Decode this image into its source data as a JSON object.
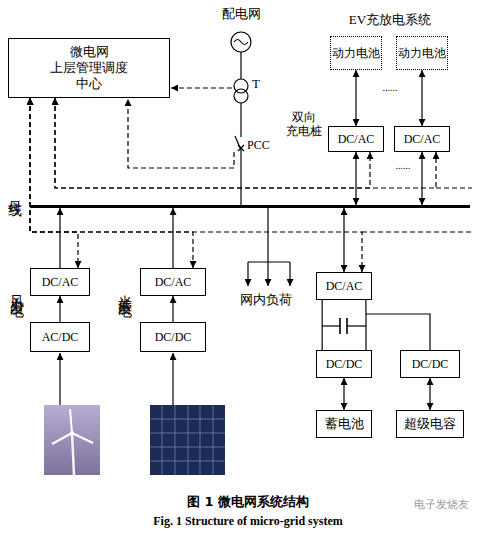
{
  "diagram": {
    "caption": "图 1 微电网系统结构",
    "nodes": [
      {
        "text": [
          "微电网 上层管理调度 中心"
        ]
      },
      {
        "text": [
          "动力电池"
        ]
      },
      {
        "text": [
          "动力电池"
        ]
      },
      {
        "text": [
          "DC/AC"
        ]
      },
      {
        "text": [
          "DC/AC"
        ]
      },
      {
        "text": [
          "母线"
        ]
      },
      {
        "text": [
          "DC/AC"
        ]
      },
      {
        "text": [
          "DC/AC"
        ]
      },
      {
        "text": [
          "DC/AC"
        ]
      },
      {
        "text": [
          "AC/DC"
        ]
      },
      {
        "text": [
          "DC/DC"
        ]
      },
      {
        "text": [
          "DC/DC"
        ]
      },
      {
        "text": [
          "DC/DC"
        ]
      },
      {
        "text": [
          "蓄电池"
        ]
      },
      {
        "text": [
          "超级电容"
        ]
      }
    ],
    "edges": [
      {
        "from": 1,
        "to": 3,
        "arrow": "both"
      },
      {
        "from": 2,
        "to": 4,
        "arrow": "both"
      },
      {
        "from": 3,
        "to": 5,
        "arrow": "both"
      },
      {
        "from": 4,
        "to": 5,
        "arrow": "both"
      },
      {
        "from": 9,
        "to": 6,
        "arrow": "to"
      },
      {
        "from": 6,
        "to": 5,
        "arrow": "to"
      },
      {
        "from": 10,
        "to": 7,
        "arrow": "to"
      },
      {
        "from": 7,
        "to": 5,
        "arrow": "to"
      },
      {
        "from": 5,
        "to": 8,
        "arrow": "both"
      },
      {
        "from": 8,
        "to": 11,
        "arrow": "none"
      },
      {
        "from": 8,
        "to": 12,
        "arrow": "none"
      },
      {
        "from": 11,
        "to": 13,
        "arrow": "both"
      },
      {
        "from": 12,
        "to": 14,
        "arrow": "both"
      },
      {
        "from": 0,
        "to": 3,
        "arrow": "both"
      },
      {
        "from": 0,
        "to": 4,
        "arrow": "both"
      },
      {
        "from": 0,
        "to": 6,
        "arrow": "both"
      },
      {
        "from": 0,
        "to": 7,
        "arrow": "both"
      },
      {
        "from": 0,
        "to": 8,
        "arrow": "both"
      }
    ],
    "labels": [
      "配电网",
      "T",
      "PCC",
      "EV充放电系统",
      "双向 充电桩",
      "......",
      "......",
      "风力发电",
      "光伏发电",
      "网内负荷",
      "Fig. 1 Structure of micro-grid system",
      "电子发烧友"
    ]
  }
}
